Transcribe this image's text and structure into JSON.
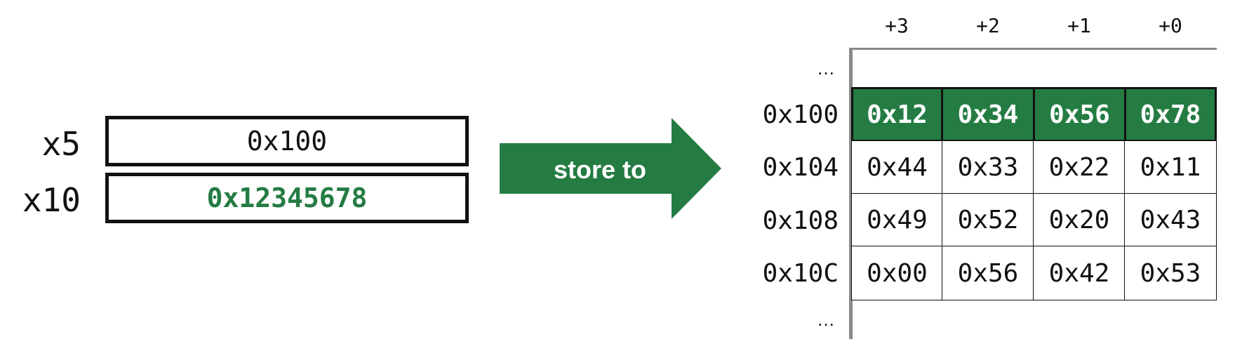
{
  "colors": {
    "accent": "#247c43",
    "axis": "#8a8a8a",
    "border": "#111111"
  },
  "registers": [
    {
      "name": "x5",
      "value": "0x100",
      "highlight": false
    },
    {
      "name": "x10",
      "value": "0x12345678",
      "highlight": true
    }
  ],
  "arrow": {
    "label": "store to"
  },
  "memory": {
    "offsets": [
      "+3",
      "+2",
      "+1",
      "+0"
    ],
    "ellipsis_top": "…",
    "ellipsis_bottom": "…",
    "rows": [
      {
        "address": "0x100",
        "cells": [
          "0x12",
          "0x34",
          "0x56",
          "0x78"
        ],
        "highlight": true
      },
      {
        "address": "0x104",
        "cells": [
          "0x44",
          "0x33",
          "0x22",
          "0x11"
        ],
        "highlight": false
      },
      {
        "address": "0x108",
        "cells": [
          "0x49",
          "0x52",
          "0x20",
          "0x43"
        ],
        "highlight": false
      },
      {
        "address": "0x10C",
        "cells": [
          "0x00",
          "0x56",
          "0x42",
          "0x53"
        ],
        "highlight": false
      }
    ]
  }
}
